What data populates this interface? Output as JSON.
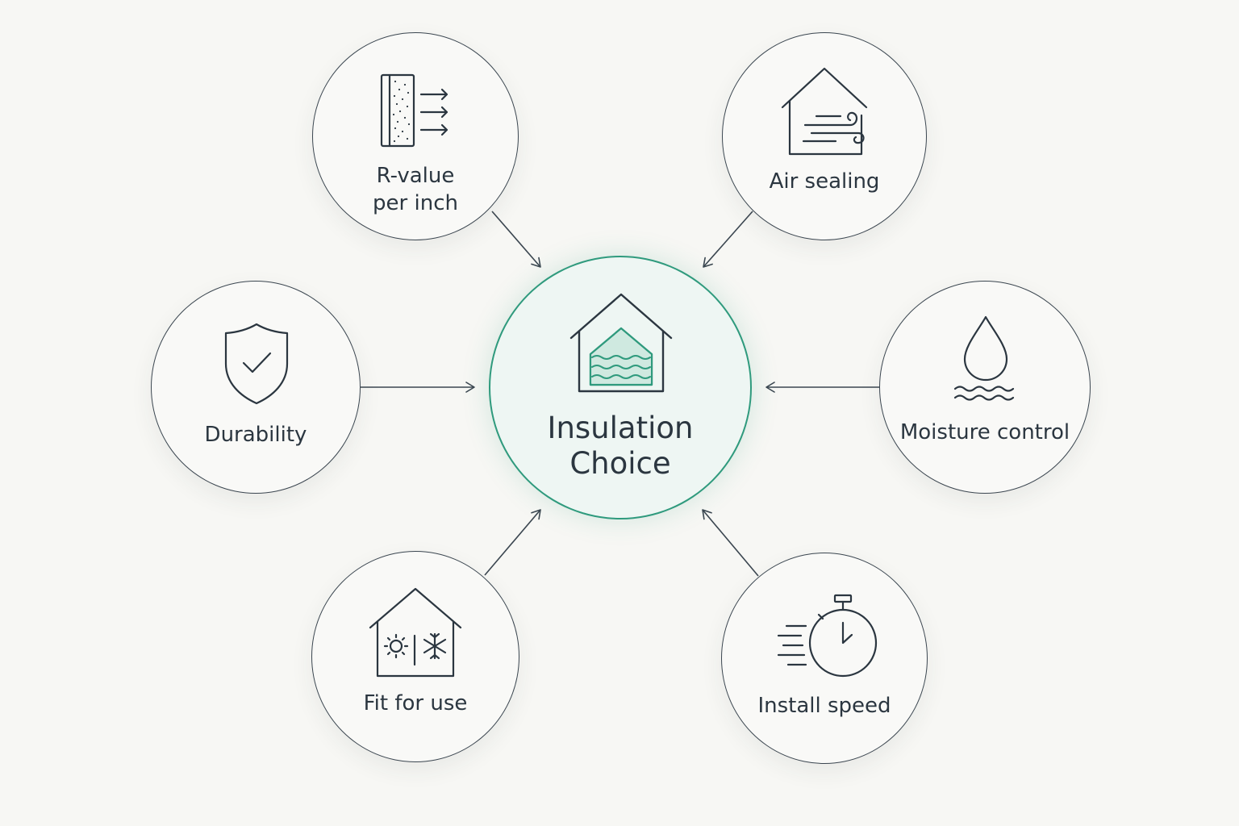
{
  "colors": {
    "background": "#f7f7f4",
    "stroke": "#3b4650",
    "accent": "#2f9a7d",
    "center_fill": "#eef6f3",
    "text": "#2b3640"
  },
  "center": {
    "label_line1": "Insulation",
    "label_line2": "Choice",
    "icon": "house-insulation-icon"
  },
  "factors": {
    "r_value": {
      "label_line1": "R-value",
      "label_line2": "per inch",
      "icon": "panel-heat-flow-icon"
    },
    "air_sealing": {
      "label": "Air sealing",
      "icon": "house-wind-icon"
    },
    "durability": {
      "label": "Durability",
      "icon": "shield-check-icon"
    },
    "moisture": {
      "label": "Moisture control",
      "icon": "water-drop-icon"
    },
    "fit_for_use": {
      "label": "Fit for use",
      "icon": "house-sun-snowflake-icon"
    },
    "install_speed": {
      "label": "Install speed",
      "icon": "stopwatch-icon"
    }
  }
}
